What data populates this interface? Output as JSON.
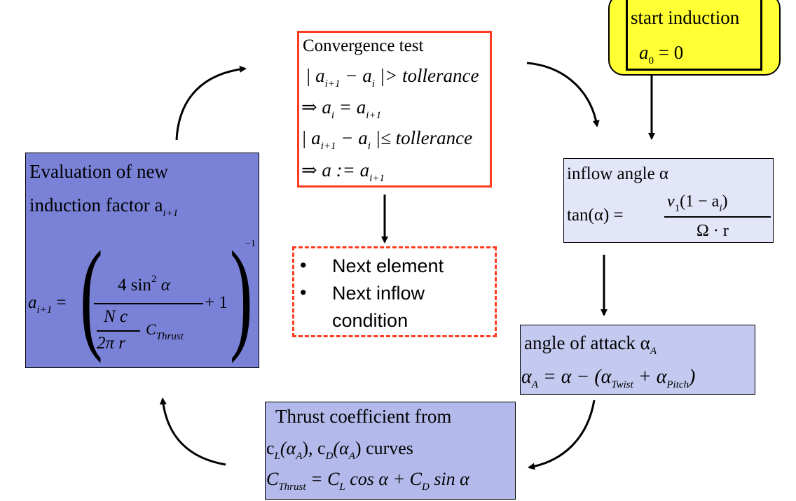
{
  "start": {
    "title": "start induction",
    "eq_var": "a",
    "eq_sub": "0",
    "eq_rest": "= 0"
  },
  "convergence": {
    "title": "Convergence test",
    "line1": "| a",
    "line1_sub": "i+1",
    "line1_b": "− a",
    "line1_sub2": "i",
    "line1_c": "|> tollerance",
    "line2": "⇒ a",
    "line2_sub": "i",
    "line2_b": "= a",
    "line2_sub2": "i+1",
    "line3": "| a",
    "line3_sub": "i+1",
    "line3_b": "− a",
    "line3_sub2": "i",
    "line3_c": "|≤ tollerance",
    "line4": "⇒ a := a",
    "line4_sub": "i+1"
  },
  "inflow": {
    "title": "inflow angle α",
    "lhs": "tan(α) =",
    "num_a": "v",
    "num_sub": "1",
    "num_b": "(1 − a",
    "num_sub2": "i",
    "num_c": ")",
    "den": "Ω · r"
  },
  "attack": {
    "title": "angle of attack α",
    "title_sub": "A",
    "eq_a": "α",
    "eq_sub": "A",
    "eq_b": "= α  − (α",
    "eq_sub2": "Twist",
    "eq_c": "+ α",
    "eq_sub3": "Pitch",
    "eq_d": ")"
  },
  "thrust": {
    "title": "Thrust coefficient from",
    "line2": "c",
    "line2_sub": "L",
    "line2_b": "(α",
    "line2_sub2": "A",
    "line2_c": "), c",
    "line2_sub3": "D",
    "line2_d": "(α",
    "line2_sub4": "A",
    "line2_e": ") curves",
    "line3": "C",
    "line3_sub": "Thrust",
    "line3_b": "= C",
    "line3_sub2": "L",
    "line3_c": "cos α + C",
    "line3_sub3": "D",
    "line3_d": "sin α"
  },
  "evaluation": {
    "title1": "Evaluation of new",
    "title2": "induction factor a",
    "title2_sub": "i+1",
    "lhs": "a",
    "lhs_sub": "i+1",
    "eq": "=",
    "num": "4 sin",
    "num_sup": "2",
    "num_b": "α",
    "inner_num": "N  c",
    "inner_den": "2π  r",
    "cthrust": "C",
    "cthrust_sub": "Thrust",
    "plus_one": "+ 1",
    "exp": "−1"
  },
  "next": {
    "items": [
      "Next element",
      "Next inflow condition"
    ],
    "item2_line1": "Next inflow",
    "item2_line2": "condition"
  },
  "colors": {
    "start_fill": "#ffff33",
    "convergence_border": "#ff3b1f",
    "next_border": "#ff3b1f",
    "light_fill": "#e3e6f8",
    "medium_fill": "#c4c9ef",
    "thrust_fill": "#b3b9eb",
    "eval_fill": "#7a82d8"
  }
}
